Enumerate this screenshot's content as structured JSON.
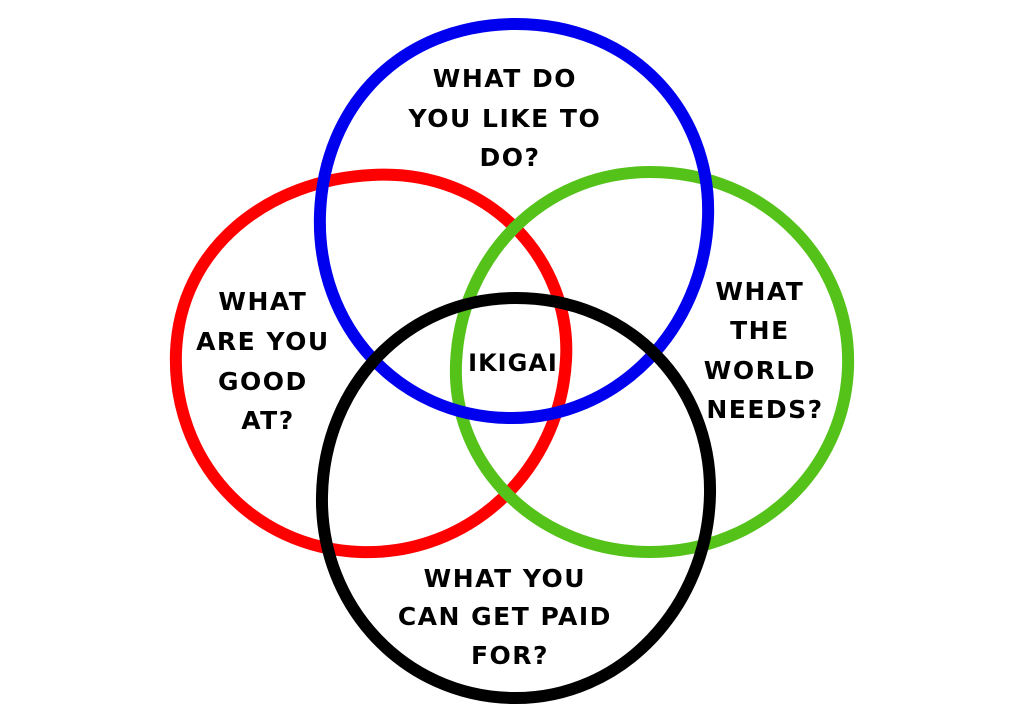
{
  "circles": {
    "like": {
      "color": "#0000ee",
      "lines": [
        "WHAT DO",
        "YOU LIKE TO",
        "DO?"
      ]
    },
    "good": {
      "color": "#ff0000",
      "lines": [
        "WHAT",
        "ARE YOU",
        "GOOD",
        "AT?"
      ]
    },
    "world": {
      "color": "#55c21a",
      "lines": [
        "WHAT",
        "THE",
        "WORLD",
        "NEEDS?"
      ]
    },
    "paid": {
      "color": "#000000",
      "lines": [
        "WHAT YOU",
        "CAN GET PAID",
        "FOR?"
      ]
    }
  },
  "center": {
    "label": "IKIGAI"
  }
}
